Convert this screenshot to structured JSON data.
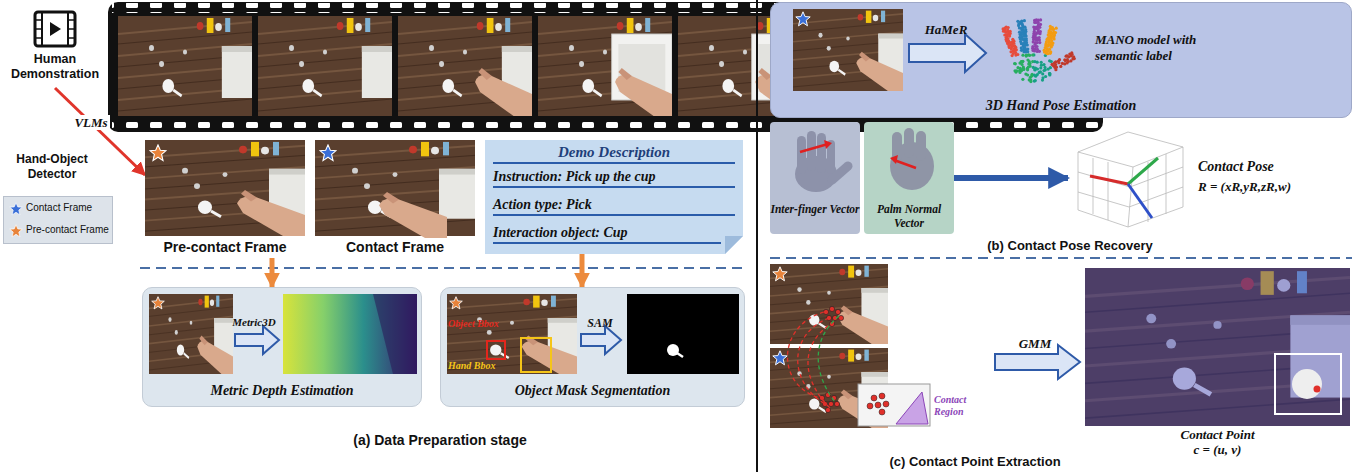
{
  "diagram": {
    "nodes": [
      {
        "text": [
          "Human Demonstration"
        ]
      },
      {
        "text": [
          "Pre-contact Frame"
        ]
      },
      {
        "text": [
          "Contact Frame"
        ]
      },
      {
        "text": [
          "Demo Description",
          "Instruction: Pick up the cup",
          "Action type: Pick",
          "Interaction object: Cup"
        ]
      },
      {
        "text": [
          "Metric Depth Estimation"
        ]
      },
      {
        "text": [
          "Object Mask Segmentation"
        ]
      },
      {
        "text": [
          "3D Hand Pose Estimation"
        ]
      },
      {
        "text": [
          "Inter-finger Vector"
        ]
      },
      {
        "text": [
          "Palm Normal Vector"
        ]
      },
      {
        "text": [
          "Contact Pose",
          "R = (xR,yR,zR,w)"
        ]
      },
      {
        "text": [
          "Contact Point",
          "c = (u, v)"
        ]
      }
    ],
    "edges": [
      {
        "from": 0,
        "to": 1,
        "arrow": "to",
        "label": "VLMs"
      },
      {
        "from": 1,
        "to": 4,
        "arrow": "to"
      },
      {
        "from": 3,
        "to": 5,
        "arrow": "to"
      },
      {
        "from": 8,
        "to": 9,
        "arrow": "to"
      }
    ],
    "labels": [
      "Hand-Object Detector",
      "Metric3D",
      "Object Bbox",
      "Hand Bbox",
      "SAM",
      "(a) Data Preparation stage",
      "HaMeR",
      "MANO model with semantic label",
      "(b) Contact Pose Recovery",
      "Contact Region",
      "GMM",
      "(c) Contact Point Extraction"
    ],
    "legend": [
      {
        "text": "Contact Frame"
      },
      {
        "text": "Pre-contact Frame"
      }
    ]
  }
}
